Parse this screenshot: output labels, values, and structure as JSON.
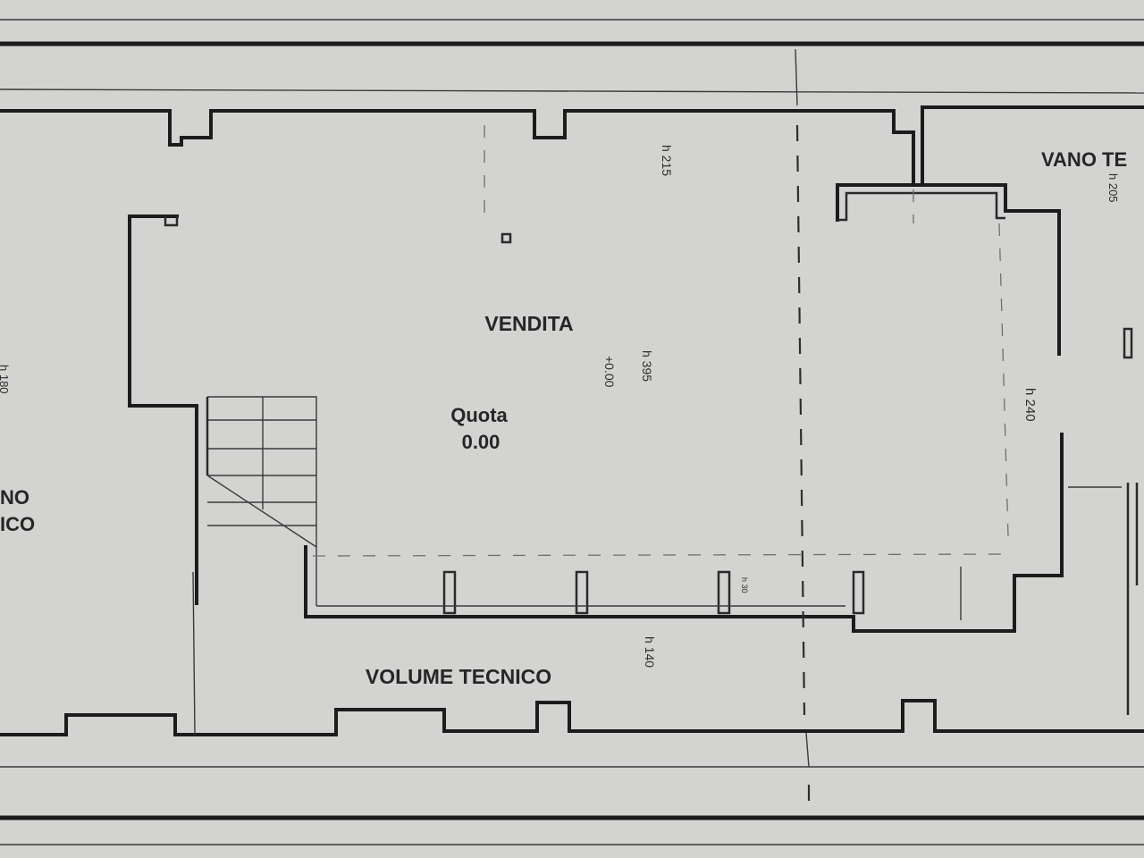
{
  "labels": {
    "vendita": "VENDITA",
    "quota_title": "Quota",
    "quota_value": "0.00",
    "volume_tecnico": "VOLUME TECNICO",
    "vano_tecnico_right": "VANO TE",
    "vano_tecnico_left_1": "NO",
    "vano_tecnico_left_2": "ICO"
  },
  "heights": {
    "h215": "h 215",
    "h395": "h 395",
    "level": "+0.00",
    "h240": "h 240",
    "h140": "h 140",
    "h205": "h 205",
    "h180": "h 180",
    "h_small": "h 30"
  }
}
